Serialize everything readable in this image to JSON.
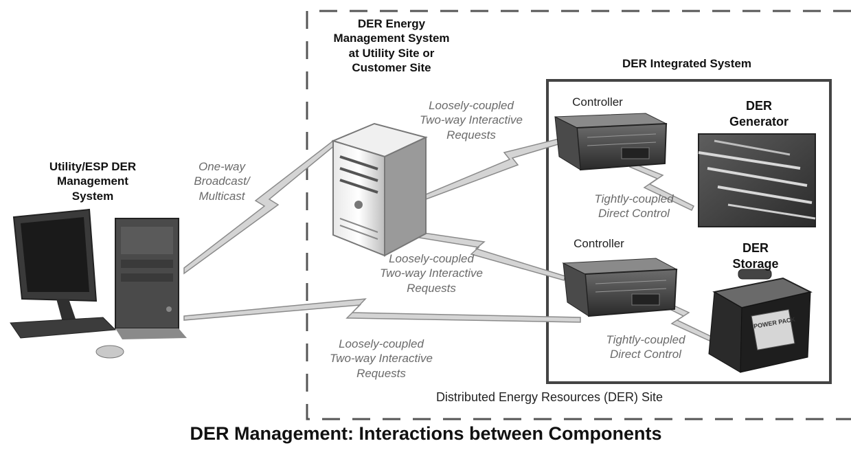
{
  "diagram": {
    "title": "DER Management: Interactions between Components",
    "utility_system_label": "Utility/ESP DER\nManagement System",
    "energy_mgmt_label": "DER Energy\nManagement System\nat Utility Site or\nCustomer Site",
    "integrated_system_label": "DER Integrated System",
    "site_label": "Distributed Energy Resources (DER) Site",
    "controller_top_label": "Controller",
    "controller_bottom_label": "Controller",
    "generator_label": "DER\nGenerator",
    "storage_label": "DER\nStorage",
    "battery_brand": "POWER PACK",
    "link_broadcast": "One-way\nBroadcast/\nMulticast",
    "link_loose_top": "Loosely-coupled\nTwo-way Interactive\nRequests",
    "link_loose_mid": "Loosely-coupled\nTwo-way Interactive\nRequests",
    "link_loose_bottom": "Loosely-coupled\nTwo-way Interactive\nRequests",
    "link_tight_top": "Tightly-coupled\nDirect Control",
    "link_tight_bottom": "Tightly-coupled\nDirect Control"
  }
}
